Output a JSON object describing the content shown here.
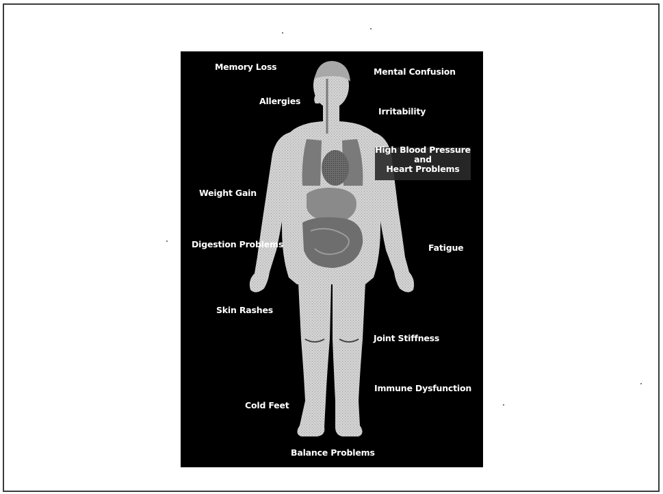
{
  "diagram": {
    "labels": {
      "memory_loss": "Memory Loss",
      "mental_confusion": "Mental Confusion",
      "allergies": "Allergies",
      "irritability": "Irritability",
      "high_blood_pressure": "High Blood Pressure",
      "and": "and",
      "heart_problems": "Heart Problems",
      "weight_gain": "Weight Gain",
      "digestion_problems": "Digestion Problems",
      "fatigue": "Fatigue",
      "skin_rashes": "Skin Rashes",
      "joint_stiffness": "Joint Stiffness",
      "immune_dysfunction": "Immune Dysfunction",
      "cold_feet": "Cold Feet",
      "balance_problems": "Balance Problems"
    },
    "colors": {
      "background": "#000000",
      "body": "#d9d9d9",
      "organs": "#5a5a5a",
      "text": "#ffffff"
    }
  }
}
